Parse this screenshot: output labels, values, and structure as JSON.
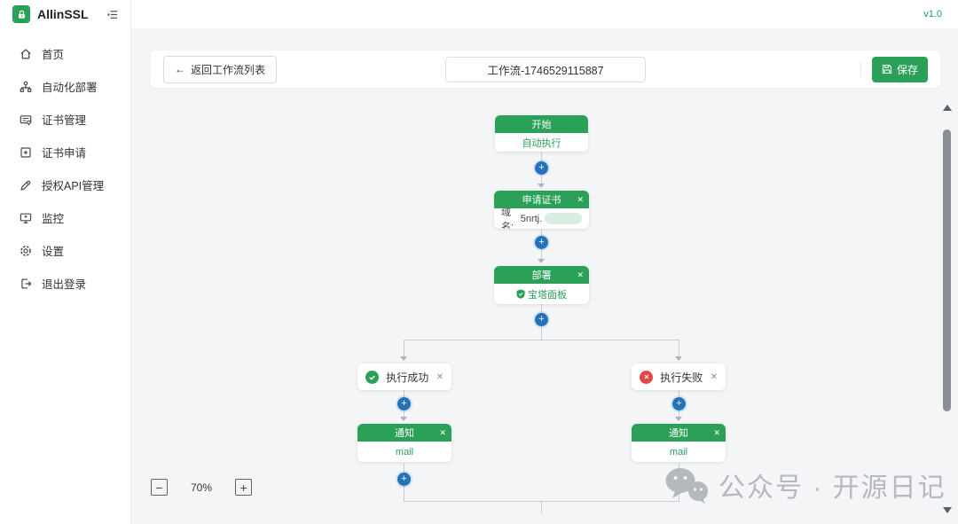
{
  "app": {
    "name": "AllinSSL",
    "version": "v1.0"
  },
  "sidebar": {
    "items": [
      {
        "label": "首页",
        "icon": "home-icon"
      },
      {
        "label": "自动化部署",
        "icon": "workflow-icon"
      },
      {
        "label": "证书管理",
        "icon": "certificate-icon"
      },
      {
        "label": "证书申请",
        "icon": "cert-apply-icon"
      },
      {
        "label": "授权API管理",
        "icon": "api-icon"
      },
      {
        "label": "监控",
        "icon": "monitor-icon"
      },
      {
        "label": "设置",
        "icon": "settings-icon"
      },
      {
        "label": "退出登录",
        "icon": "logout-icon"
      }
    ]
  },
  "toolbar": {
    "back_label": "返回工作流列表",
    "workflow_name": "工作流-1746529115887",
    "save_label": "保存"
  },
  "workflow": {
    "start": {
      "title": "开始",
      "body": "自动执行"
    },
    "apply_cert": {
      "title": "申请证书",
      "domain_label": "域名:",
      "domain_value": "5nrtj."
    },
    "deploy": {
      "title": "部署",
      "provider": "宝塔面板"
    },
    "branch_success": {
      "label": "执行成功"
    },
    "branch_fail": {
      "label": "执行失败"
    },
    "notify_left": {
      "title": "通知",
      "channel": "mail"
    },
    "notify_right": {
      "title": "通知",
      "channel": "mail"
    }
  },
  "zoom": {
    "level": "70%",
    "minus": "−",
    "plus": "+"
  },
  "symbols": {
    "close": "✕",
    "back_arrow": "←",
    "plus": "+"
  },
  "watermark": {
    "text": "公众号 · 开源日记"
  },
  "colors": {
    "primary_green": "#2ba158",
    "plus_blue": "#2373bb",
    "error_red": "#e04848"
  }
}
